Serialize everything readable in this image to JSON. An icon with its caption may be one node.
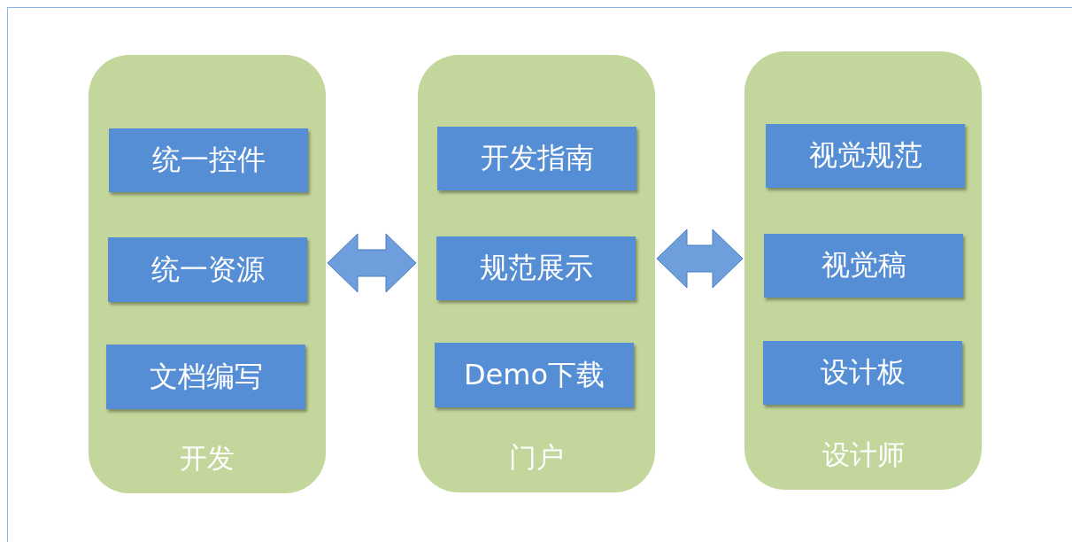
{
  "diagram": {
    "nodes": [
      {
        "text": [
          "开发"
        ]
      },
      {
        "text": [
          "统一控件"
        ],
        "in": 0
      },
      {
        "text": [
          "统一资源"
        ],
        "in": 0
      },
      {
        "text": [
          "文档编写"
        ],
        "in": 0
      },
      {
        "text": [
          "门户"
        ]
      },
      {
        "text": [
          "开发指南"
        ],
        "in": 4
      },
      {
        "text": [
          "规范展示"
        ],
        "in": 4
      },
      {
        "text": [
          "Demo下载"
        ],
        "in": 4
      },
      {
        "text": [
          "设计师"
        ]
      },
      {
        "text": [
          "视觉规范"
        ],
        "in": 8
      },
      {
        "text": [
          "视觉稿"
        ],
        "in": 8
      },
      {
        "text": [
          "设计板"
        ],
        "in": 8
      }
    ],
    "edges": [
      {
        "from": 0,
        "to": 4,
        "arrow": "both"
      },
      {
        "from": 4,
        "to": 8,
        "arrow": "both"
      }
    ]
  }
}
